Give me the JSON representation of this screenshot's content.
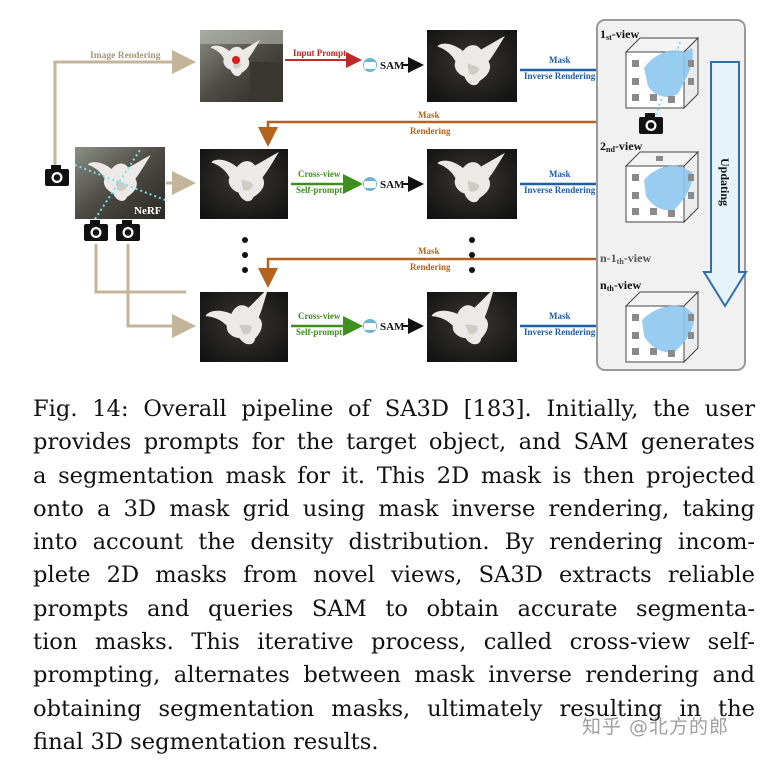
{
  "figure": {
    "image_rendering": "Image Rendering",
    "input_prompt": "Input Prompt",
    "sam": "SAM",
    "nerf": "NeRF",
    "mask": "Mask",
    "inverse_rendering": "Inverse Rendering",
    "rendering": "Rendering",
    "cross_view": "Cross-view",
    "self_prompt": "Self-prompt",
    "views": [
      {
        "main": "1",
        "sup": "st",
        "tail": "-view"
      },
      {
        "main": "2",
        "sup": "nd",
        "tail": "-view"
      },
      {
        "main": "n-1",
        "sup": "th",
        "tail": "-view"
      },
      {
        "main": "n",
        "sup": "th",
        "tail": "-view"
      }
    ],
    "updating": "Updating",
    "colors": {
      "tan": "#c4b49a",
      "orange": "#b5621e",
      "green": "#3f8f1f",
      "blue": "#1f5fa8",
      "red": "#c0282a",
      "mask": "#8ec7f0"
    }
  },
  "caption": {
    "lines": [
      "Fig. 14: Overall pipeline of SA3D [183]. Initially, the user",
      "provides prompts for the target object, and SAM generates",
      "a segmentation mask for it. This 2D mask is then projected",
      "onto a 3D mask grid using mask inverse rendering, taking",
      "into account the density distribution. By rendering incom-",
      "plete 2D masks from novel views, SA3D extracts reliable",
      "prompts and queries SAM to obtain accurate segmenta-",
      "tion masks. This iterative process, called cross-view self-",
      "prompting, alternates between mask inverse rendering and",
      "obtaining segmentation masks, ultimately resulting in the",
      "final 3D segmentation results."
    ]
  },
  "watermark": "知乎 @北方的郎"
}
